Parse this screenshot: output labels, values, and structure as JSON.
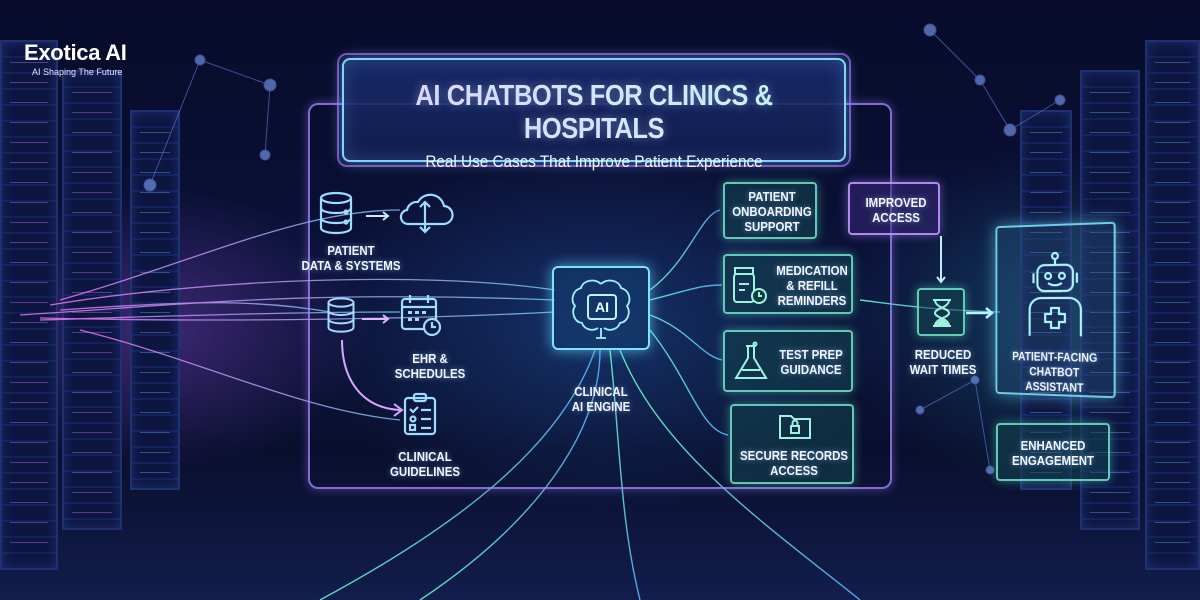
{
  "brand": {
    "name": "Exotica AI",
    "tagline": "AI Shaping The Future"
  },
  "header": {
    "title": "AI CHATBOTS FOR CLINICS & HOSPITALS",
    "subtitle": "Real Use Cases That Improve Patient Experience"
  },
  "inputs": [
    {
      "label": "PATIENT DATA & SYSTEMS",
      "line1": "PATIENT",
      "line2": "DATA & SYSTEMS",
      "icon": "database-icon",
      "target_icon": "cloud-sync-icon"
    },
    {
      "label": "EHR & SCHEDULES",
      "line1": "EHR &",
      "line2": "SCHEDULES",
      "icon": "database-icon",
      "target_icon": "calendar-clock-icon"
    },
    {
      "label": "CLINICAL GUIDELINES",
      "line1": "CLINICAL",
      "line2": "GUIDELINES",
      "icon": "clipboard-checklist-icon"
    }
  ],
  "engine": {
    "chip_label": "AI",
    "line1": "CLINICAL",
    "line2": "AI ENGINE",
    "icon": "brain-chip-icon"
  },
  "use_cases": [
    {
      "line1": "PATIENT",
      "line2": "ONBOARDING",
      "line3": "SUPPORT"
    },
    {
      "line1": "MEDICATION",
      "line2": "& REFILL",
      "line3": "REMINDERS",
      "icon": "pill-bottle-clock-icon"
    },
    {
      "line1": "TEST PREP",
      "line2": "GUIDANCE",
      "icon": "flask-icon"
    },
    {
      "line1": "SECURE RECORDS",
      "line2": "ACCESS",
      "icon": "locked-folder-icon"
    }
  ],
  "outcomes": {
    "improved_access": {
      "line1": "IMPROVED",
      "line2": "ACCESS"
    },
    "reduced_wait": {
      "line1": "REDUCED",
      "line2": "WAIT TIMES",
      "icon": "hourglass-icon"
    },
    "assistant": {
      "line1": "PATIENT-FACING",
      "line2": "CHATBOT ASSISTANT",
      "icon": "medical-robot-icon"
    },
    "engagement": {
      "line1": "ENHANCED",
      "line2": "ENGAGEMENT"
    }
  },
  "colors": {
    "background": "#070a24",
    "purple_glow": "#a98cff",
    "cyan_glow": "#7fe0ff",
    "green_glow": "#5ff0c0"
  }
}
